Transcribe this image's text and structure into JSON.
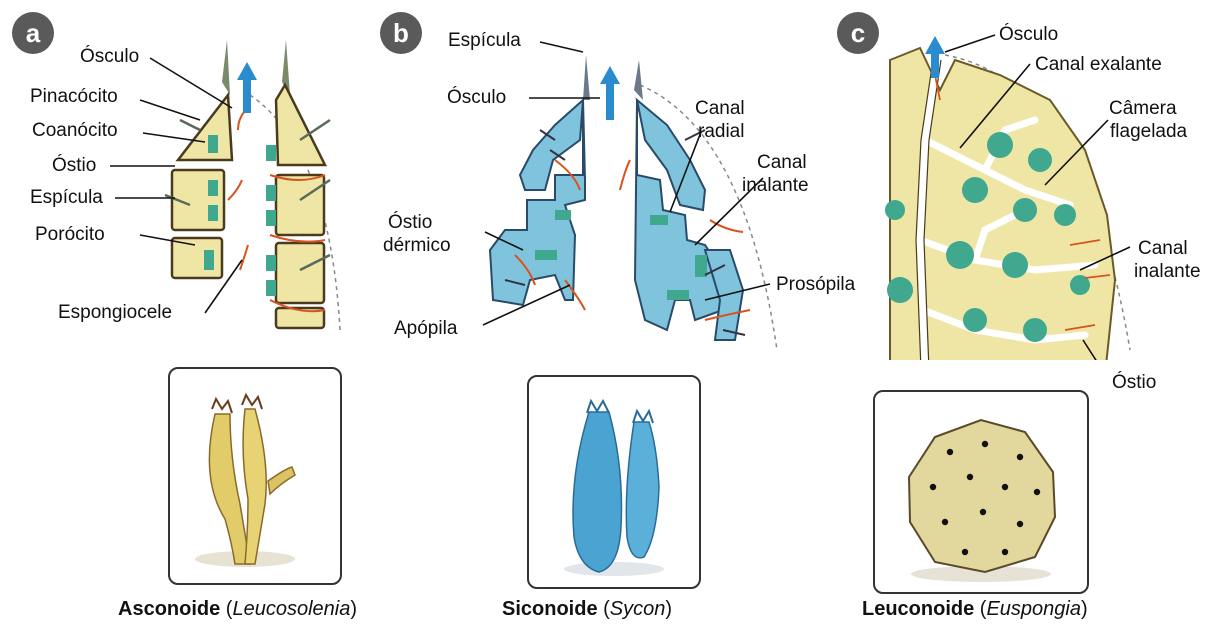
{
  "panels": {
    "a": {
      "badge": "a",
      "labels": {
        "osculo": "Ósculo",
        "pinacocito": "Pinacócito",
        "coanocito": "Coanócito",
        "ostio": "Óstio",
        "espicula": "Espícula",
        "porocito": "Porócito",
        "espongiocele": "Espongiocele"
      },
      "caption": {
        "type": "Asconoide",
        "open": " (",
        "genus": "Leucosolenia",
        "close": ")"
      },
      "icons": [
        "water-flow-arrow-icon",
        "sponge-photo"
      ]
    },
    "b": {
      "badge": "b",
      "labels": {
        "espicula": "Espícula",
        "osculo": "Ósculo",
        "canal_radial_1": "Canal",
        "canal_radial_2": "radial",
        "canal_inalante_1": "Canal",
        "canal_inalante_2": "inalante",
        "ostio_dermico_1": "Óstio",
        "ostio_dermico_2": "dérmico",
        "prosopila": "Prosópila",
        "apopila": "Apópila"
      },
      "caption": {
        "type": "Siconoide",
        "open": " (",
        "genus": "Sycon",
        "close": ")"
      }
    },
    "c": {
      "badge": "c",
      "labels": {
        "osculo": "Ósculo",
        "canal_exalante": "Canal exalante",
        "camera_1": "Câmera",
        "camera_2": "flagelada",
        "canal_inalante_1": "Canal",
        "canal_inalante_2": "inalante",
        "ostio": "Óstio"
      },
      "caption": {
        "type": "Leuconoide",
        "open": " (",
        "genus": "Euspongia",
        "close": ")"
      }
    }
  },
  "colors": {
    "sponge_yellow": "#efe6a6",
    "sponge_blue": "#7fc4dc",
    "choanocyte_green": "#3fa88f",
    "flow_arrow": "#d9531e",
    "osculum_arrow": "#2a8ccf",
    "badge_gray": "#5a5a5a"
  }
}
